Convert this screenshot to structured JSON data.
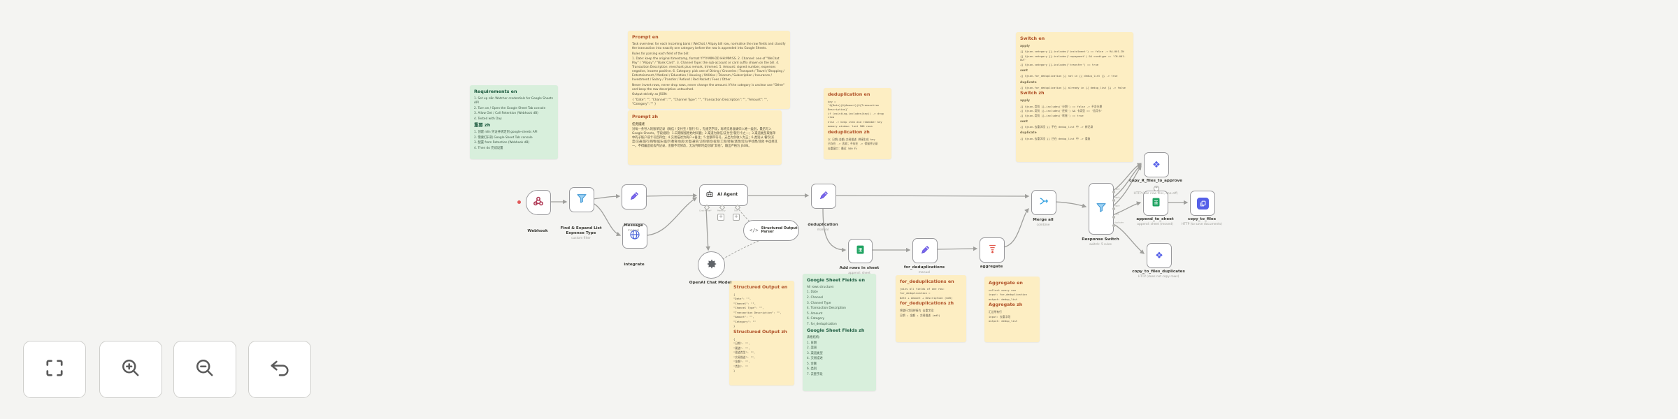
{
  "colors": {
    "canvas_bg": "#f4f4f2",
    "sticky_yellow": "#fdeec3",
    "sticky_green": "#d8efdc",
    "yellow_title": "#b0532a",
    "green_title": "#1e5b40",
    "node_border": "#98989b",
    "edge": "#9f9f9c",
    "accent_blue": "#3e97d4",
    "accent_purple": "#6c5ce7",
    "accent_indigo": "#5560e8",
    "accent_green": "#21a463",
    "accent_red": "#e25b4e",
    "webhook_red": "#b03a56"
  },
  "toolbar": {
    "buttons": [
      {
        "icon": "fit-view-icon"
      },
      {
        "icon": "zoom-in-icon"
      },
      {
        "icon": "zoom-out-icon"
      },
      {
        "icon": "reset-view-icon"
      }
    ]
  },
  "notes": {
    "requirements": {
      "title_en": "Requirements en",
      "items_en": [
        "1. Set up n8n Watcher credentials for Google Sheets API",
        "2. Turn on / Open the Google Sheet Tab console",
        "3. Allow Get / Call Retention (Webhook dB)",
        "4. Tested with Day"
      ],
      "title_zh": "重要 zh",
      "items_zh": [
        "1. 创建 n8n 凭证并绑定到 google-sheets API",
        "2. 需要打开的 Google Sheet Tab console",
        "3. 配置 from Retention (Webhook dB)",
        "4. Then do 完成设置"
      ]
    },
    "prompt_en": {
      "title": "Prompt en",
      "lines": [
        "Task overview: for each incoming bank / WeChat / Alipay bill row, normalise the raw fields and classify the transaction into exactly one category before the row is appended into Google Sheets.",
        "Rules for parsing each field of the bill:",
        "1. Date: keep the original timestamp, format YYYY-MM-DD HH:MM:SS. 2. Channel: one of \"WeChat Pay\" / \"Alipay\" / \"Bank Card\". 3. Channel Type: the sub-account or card suffix shown on the bill. 4. Transaction Description: merchant plus remark, trimmed. 5. Amount: signed number, expenses negative, income positive. 6. Category: pick one of Dining / Groceries / Transport / Travel / Shopping / Entertainment / Medical / Education / Housing / Utilities / Telecom / Subscription / Insurance / Investment / Salary / Transfer / Refund / Red Packet / Fees / Other.",
        "Never invent rows, never drop rows, never change the amount. If the category is unclear use \"Other\" and keep the raw description untouched.",
        "Output strictly as JSON:",
        "{ \"Date\": \"\", \"Channel\": \"\", \"Channel Type\": \"\", \"Transaction Description\": \"\", \"Amount\": \"\", \"Category\": \"\" }"
      ]
    },
    "prompt_zh": {
      "title": "Prompt zh",
      "subtitle": "任务描述",
      "lines": [
        "对每一条导入的账单记录（微信 / 支付宝 / 银行卡），先规范字段，再将交易准确归入唯一类别，最后写入 Google Sheets。字段规则：1.日期保留原始时间戳；2.渠道为微信/支付宝/银行卡之一；3.渠道类型取账单中的子账户或卡号后四位；4.交易描述为商户+备注；5.金额带符号，支出为负收入为正；6.类别从 餐饮/买菜/交通/旅行/购物/娱乐/医疗/教育/住房/水电/通讯/订阅/保险/投资/工资/转账/退款/红包/手续费/其他 中选择其一。不得编造或丢弃记录，金额不可修改，无法判断时类别填\"其他\"。输出严格为 JSON。"
      ]
    },
    "dedup": {
      "title_en": "deduplication en",
      "lines_en": [
        "key = `${Date}|${Amount}|${Transaction Description}`",
        "if (existing.includes(key)) -> drop item",
        "else -> keep item and remember key",
        "memory window: last 500 rows"
      ],
      "title_zh": "deduplication zh",
      "lines_zh": [
        "以 日期|金额|交易描述 拼接生成 key",
        "已存在 -> 丢弃；不存在 -> 保留并记录",
        "去重窗口：最近 500 行"
      ]
    },
    "switch": {
      "title_en": "Switch en",
      "title_zh": "Switch zh",
      "head_apply": "apply",
      "head_sent": "sent",
      "head_dup": "duplicate",
      "apply_en": [
        "{{ $json.category }}.includes('instalment') == false -> RA-001-IN",
        "{{ $json.category }}.includes('repayment') && cardtype == 'CN-001-OUT'",
        "{{ $json.category }}.includes('transfer') == true"
      ],
      "sent_en": [
        "{{ $json.for_deduplication }} not in {{ dedup_list }} -> true"
      ],
      "dup_en": [
        "{{ $json.for_deduplication }} already in {{ dedup_list }} -> false"
      ],
      "apply_zh": [
        "{{ $json.类别 }}.includes('分期') == false -> 不含分期",
        "{{ $json.类别 }}.includes('还款') && 卡类型 == '信用卡'",
        "{{ $json.类别 }}.includes('转账') == true"
      ],
      "sent_zh": [
        "{{ $json.去重字段 }} 不在 dedup_list 中 -> 新记录"
      ],
      "dup_zh": [
        "{{ $json.去重字段 }} 已在 dedup_list 中 -> 重复"
      ]
    },
    "sheet_fields": {
      "title_en": "Google Sheet Fields en",
      "intro_en": "All rows structure:",
      "items_en": [
        "1. Date",
        "2. Channel",
        "3. Channel Type",
        "4. Transaction Description",
        "5. Amount",
        "6. Category",
        "7. for_deduplication"
      ],
      "title_zh": "Google Sheet Fields zh",
      "intro_zh": "表格结构：",
      "items_zh": [
        "1. 日期",
        "2. 渠道",
        "3. 渠道类型",
        "4. 交易描述",
        "5. 金额",
        "6. 类别",
        "7. 去重字段"
      ]
    },
    "structured": {
      "title_en": "Structured Output en",
      "lines_en": [
        "{",
        "\"Date\": \"\",",
        "\"Channel\": \"\",",
        "\"Channel Type\": \"\",",
        "\"Transaction Description\": \"\",",
        "\"Amount\": \"\",",
        "\"Category\": \"\"",
        "}"
      ],
      "title_zh": "Structured Output zh",
      "lines_zh": [
        "{",
        "\"日期\": \"\",",
        "\"渠道\": \"\",",
        "\"渠道类型\": \"\",",
        "\"交易描述\": \"\",",
        "\"金额\": \"\",",
        "\"类别\": \"\"",
        "}"
      ]
    },
    "fordedup": {
      "title_en": "for_deduplications en",
      "lines_en": [
        "joins all fields of one row:",
        "for_deduplication =",
        "Date + Amount + Description (md5)"
      ],
      "title_zh": "for_deduplications zh",
      "lines_zh": [
        "将整行字段拼接为 去重字段：",
        "日期 + 金额 + 交易描述 (md5)"
      ]
    },
    "aggregate": {
      "title_en": "Aggregate en",
      "lines_en": [
        "collect every row",
        "input: for_deduplication",
        "output: dedup_list"
      ],
      "title_zh": "Aggregate zh",
      "lines_zh": [
        "汇总所有行",
        "input: 去重字段",
        "output: dedup_list"
      ]
    }
  },
  "nodes": {
    "webhook": {
      "label": "Webhook"
    },
    "filter": {
      "label": "Find & Expand List",
      "label2": "Expense Type",
      "sub": "custom filter"
    },
    "message": {
      "label": "Message",
      "sub": "manual"
    },
    "integrate": {
      "label": "integrate"
    },
    "agent": {
      "label": "AI Agent",
      "ports": [
        "Chat Model*",
        "Memory",
        "Tool"
      ]
    },
    "parser": {
      "label": "Structured Output",
      "label2": "Parser",
      "icon_text": "</>"
    },
    "openai": {
      "label": "OpenAI Chat Model"
    },
    "dedup": {
      "label": "deduplication",
      "sub": "manual"
    },
    "addrows": {
      "label": "Add rows in sheet",
      "sub": "append: sheet"
    },
    "fordedup": {
      "label": "for_deduplications",
      "sub": "manual"
    },
    "aggregate": {
      "label": "aggregate"
    },
    "merge": {
      "label": "Merge all",
      "sub": "combine"
    },
    "switch": {
      "label": "Response Switch",
      "sub": "switch: 5 rules",
      "ports": [
        "apply",
        "apply",
        "apply",
        "sent",
        "duplicate"
      ]
    },
    "approve": {
      "label": "copy_R_files_to_approve",
      "plus": "+",
      "sub": "HTTP (use new files, one-off)"
    },
    "append": {
      "label": "append_to_sheet",
      "sub": "append: sheet (moved)"
    },
    "copyfiles": {
      "label": "copy_to_files",
      "sub": "HTTP (to save documents)"
    },
    "dupfiles": {
      "label": "copy_to_files_duplicates",
      "sub": "HTTP (does not copy rows)"
    }
  }
}
